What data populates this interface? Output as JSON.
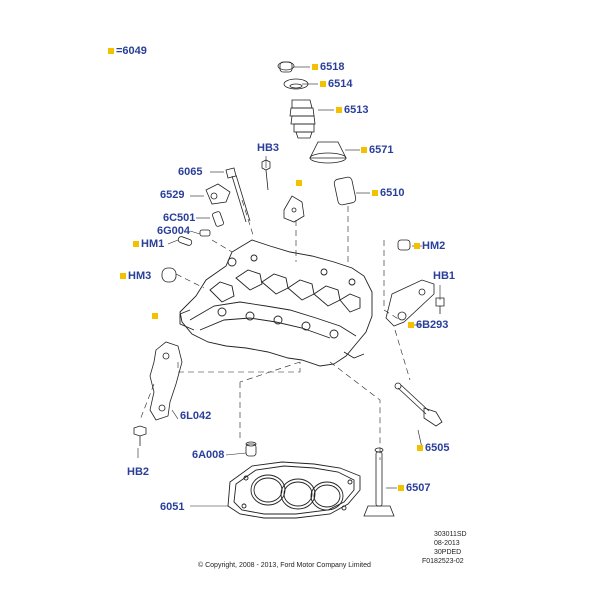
{
  "legend": {
    "text": "=6049",
    "marker_color": "#f2c200"
  },
  "label_color": "#2a3f9a",
  "callouts": {
    "c6518": "6518",
    "c6514": "6514",
    "c6513": "6513",
    "c6571": "6571",
    "c6510": "6510",
    "cHB3": "HB3",
    "c6065": "6065",
    "c6529": "6529",
    "c6C501": "6C501",
    "c6G004": "6G004",
    "cHM1": "HM1",
    "cHM2": "HM2",
    "cHM3": "HM3",
    "cHB1": "HB1",
    "c6B293": "6B293",
    "c6L042": "6L042",
    "cHB2": "HB2",
    "c6A008": "6A008",
    "c6505": "6505",
    "c6507": "6507",
    "c6051": "6051"
  },
  "doc_info": {
    "code": "303011SD",
    "date": "08-2013",
    "ref": "30PDED",
    "figure": "F0182523-02"
  },
  "copyright": "© Copyright, 2008 - 2013, Ford Motor Company Limited"
}
